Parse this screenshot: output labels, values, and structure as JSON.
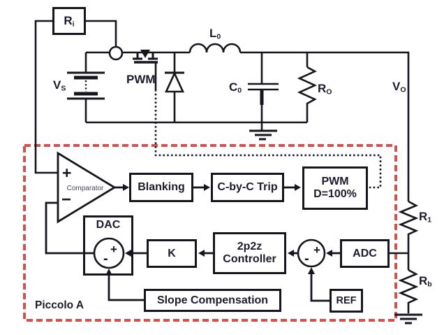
{
  "colors": {
    "ink": "#15151d",
    "text": "#1b1b2b",
    "accent_red": "#d5504a",
    "comparator_text": "#45455e"
  },
  "power_stage": {
    "ri": {
      "main": "R",
      "sub": "i"
    },
    "vs": {
      "main": "V",
      "sub": "S"
    },
    "pwm_switch_label": "PWM",
    "l0": {
      "main": "L",
      "sub": "0"
    },
    "c0": {
      "main": "C",
      "sub": "0"
    },
    "ro": {
      "main": "R",
      "sub": "O"
    },
    "vo": {
      "main": "V",
      "sub": "O"
    }
  },
  "controller": {
    "box_label": "Piccolo A",
    "comparator": {
      "label": "Comparator",
      "plus": "+",
      "minus": "−"
    },
    "blanking_label": "Blanking",
    "cbc_trip_label": "C-by-C Trip",
    "pwm_block": {
      "line1": "PWM",
      "line2": "D=100%"
    },
    "dac": {
      "label": "DAC",
      "plus": "+",
      "minus": "-"
    },
    "gain_label": "K",
    "controller_2p2z": {
      "line1": "2p2z",
      "line2": "Controller"
    },
    "adc_label": "ADC",
    "ref_label": "REF",
    "slope_label": "Slope Compensation",
    "error_sum": {
      "plus": "+",
      "minus": "-"
    }
  },
  "feedback_divider": {
    "r1": {
      "main": "R",
      "sub": "1"
    },
    "rb": {
      "main": "R",
      "sub": "b"
    }
  }
}
